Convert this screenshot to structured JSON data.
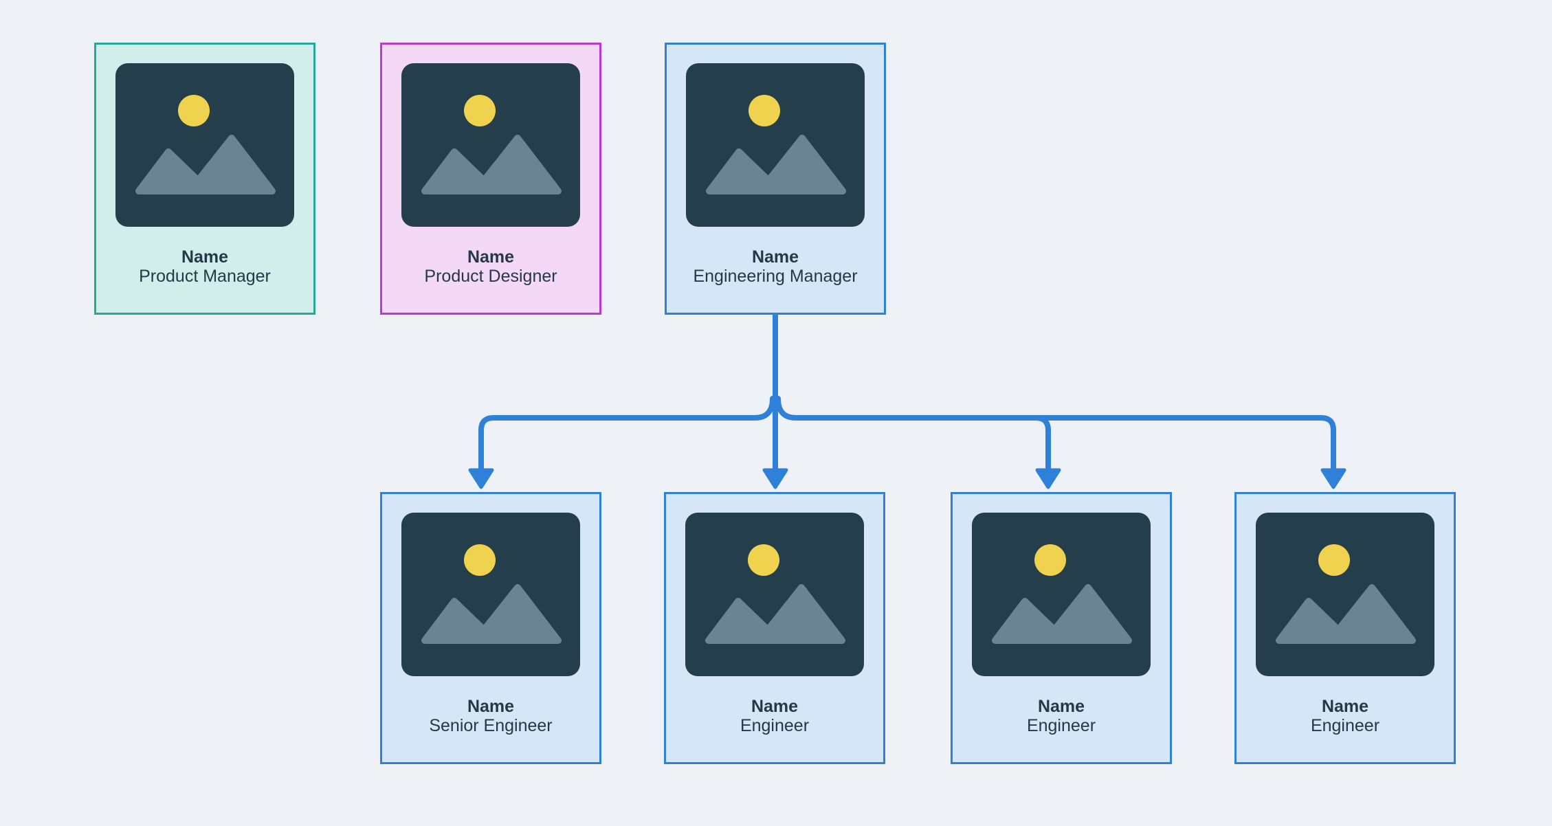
{
  "canvas": {
    "background": "#eef2f6"
  },
  "colors": {
    "canvas_bg": "#eef2f6",
    "teal_border": "#27a79a",
    "teal_bg": "#d2eeea",
    "pink_border": "#bb3ad1",
    "pink_bg": "#f4d9f6",
    "blue_border": "#2e80d8",
    "blue_bg": "#d5e6f6",
    "connector": "#2e80d8",
    "photo_bg": "#253e4c",
    "sun": "#efd24d",
    "mountain": "#6a8591",
    "text_color": "#243847"
  },
  "icons": {
    "photo_placeholder": "photo-placeholder-icon",
    "sun": "sun-icon",
    "mountains": "mountains-icon",
    "arrow": "arrow-down-icon"
  },
  "cards": [
    {
      "id": "product-manager",
      "name": "Name",
      "role": "Product Manager",
      "theme": "teal"
    },
    {
      "id": "product-designer",
      "name": "Name",
      "role": "Product Designer",
      "theme": "pink"
    },
    {
      "id": "engineering-manager",
      "name": "Name",
      "role": "Engineering Manager",
      "theme": "blue"
    },
    {
      "id": "senior-engineer",
      "name": "Name",
      "role": "Senior Engineer",
      "theme": "blue"
    },
    {
      "id": "engineer-1",
      "name": "Name",
      "role": "Engineer",
      "theme": "blue"
    },
    {
      "id": "engineer-2",
      "name": "Name",
      "role": "Engineer",
      "theme": "blue"
    },
    {
      "id": "engineer-3",
      "name": "Name",
      "role": "Engineer",
      "theme": "blue"
    }
  ]
}
